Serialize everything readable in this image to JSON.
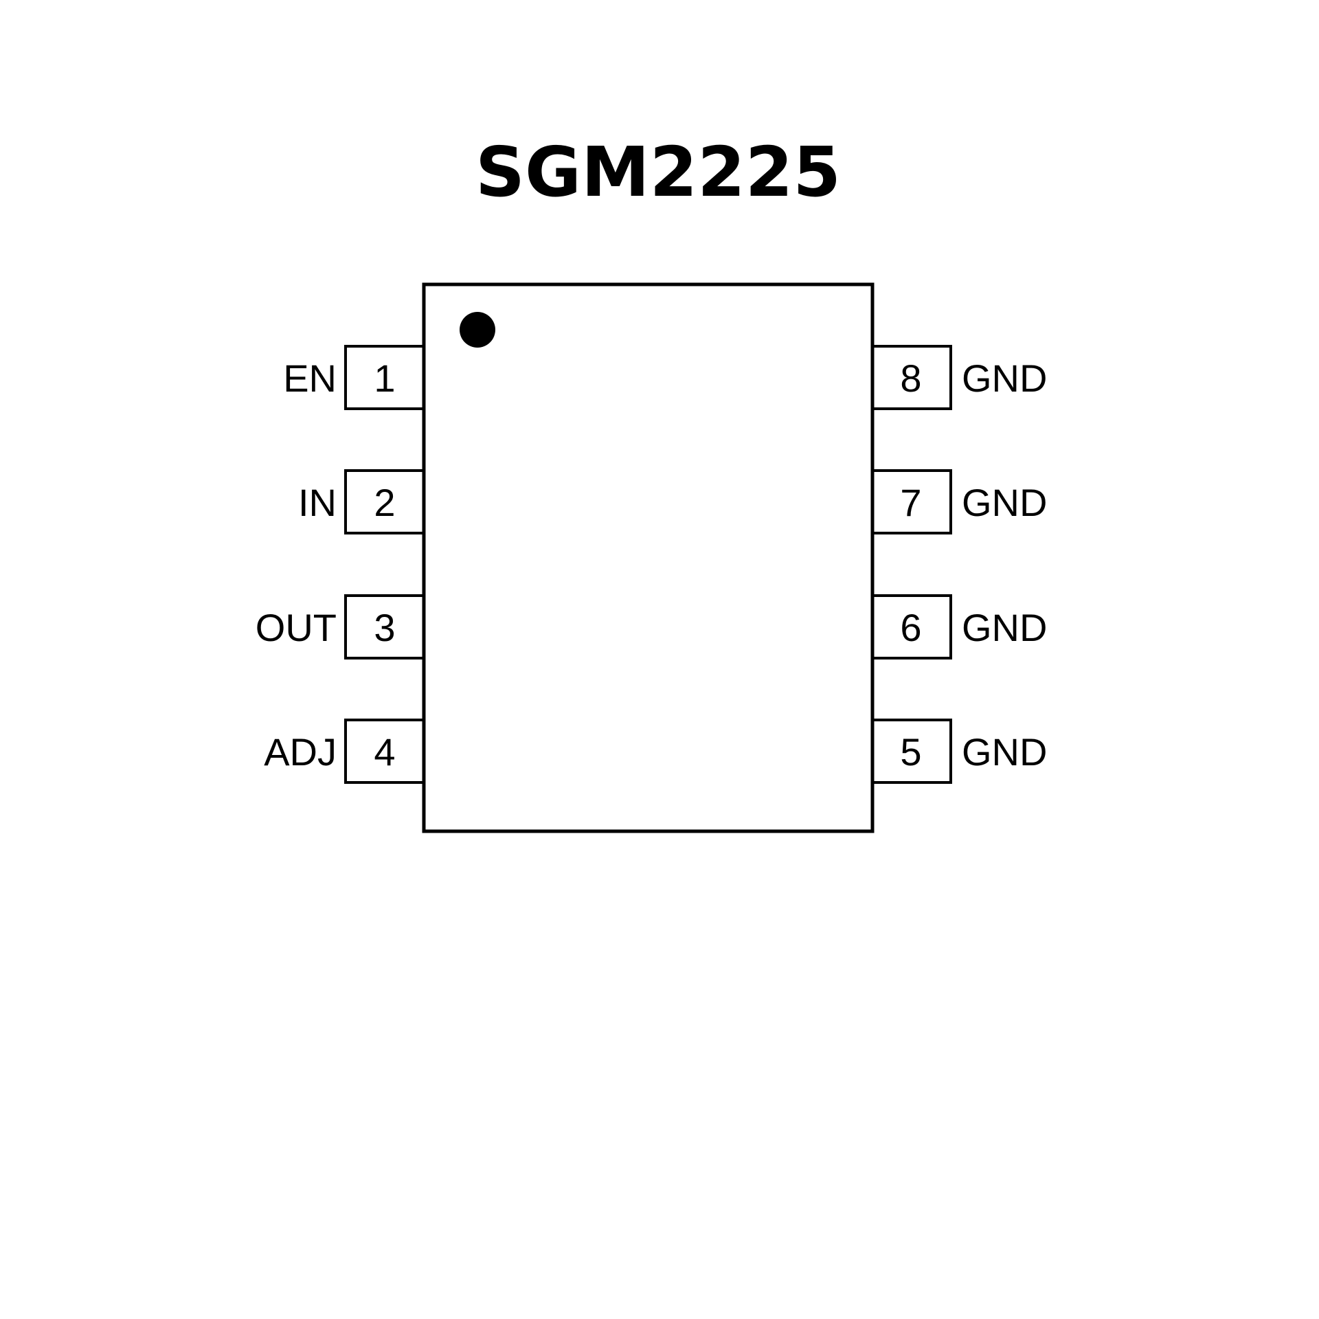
{
  "title": "SGM2225",
  "colors": {
    "line": "#000000",
    "background": "#ffffff"
  },
  "pins_left": [
    {
      "number": "1",
      "name": "EN"
    },
    {
      "number": "2",
      "name": "IN"
    },
    {
      "number": "3",
      "name": "OUT"
    },
    {
      "number": "4",
      "name": "ADJ"
    }
  ],
  "pins_right": [
    {
      "number": "8",
      "name": "GND"
    },
    {
      "number": "7",
      "name": "GND"
    },
    {
      "number": "6",
      "name": "GND"
    },
    {
      "number": "5",
      "name": "GND"
    }
  ]
}
